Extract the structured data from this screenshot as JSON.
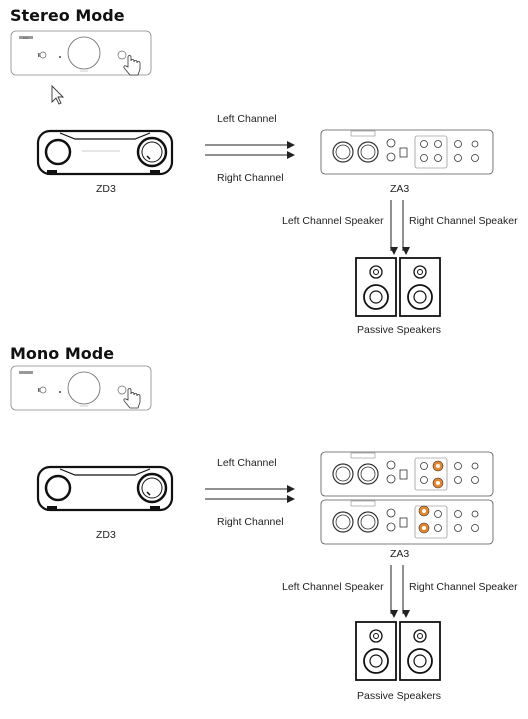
{
  "stereo": {
    "title": "Stereo Mode",
    "source_label": "ZD3",
    "left_channel": "Left Channel",
    "right_channel": "Right Channel",
    "amp_label": "ZA3",
    "left_speaker": "Left Channel Speaker",
    "right_speaker": "Right Channel Speaker",
    "speakers_label": "Passive Speakers"
  },
  "mono": {
    "title": "Mono Mode",
    "source_label": "ZD3",
    "left_channel": "Left Channel",
    "right_channel": "Right Channel",
    "amp_label": "ZA3",
    "left_speaker": "Left Channel Speaker",
    "right_speaker": "Right Channel Speaker",
    "speakers_label": "Passive Speakers"
  },
  "colors": {
    "line": "#222222",
    "highlight_terminal": "#e8862a",
    "panel_fill": "#ffffff",
    "panel_stroke": "#555555"
  },
  "icons": [
    "cursor-icon",
    "press-hand-icon"
  ]
}
